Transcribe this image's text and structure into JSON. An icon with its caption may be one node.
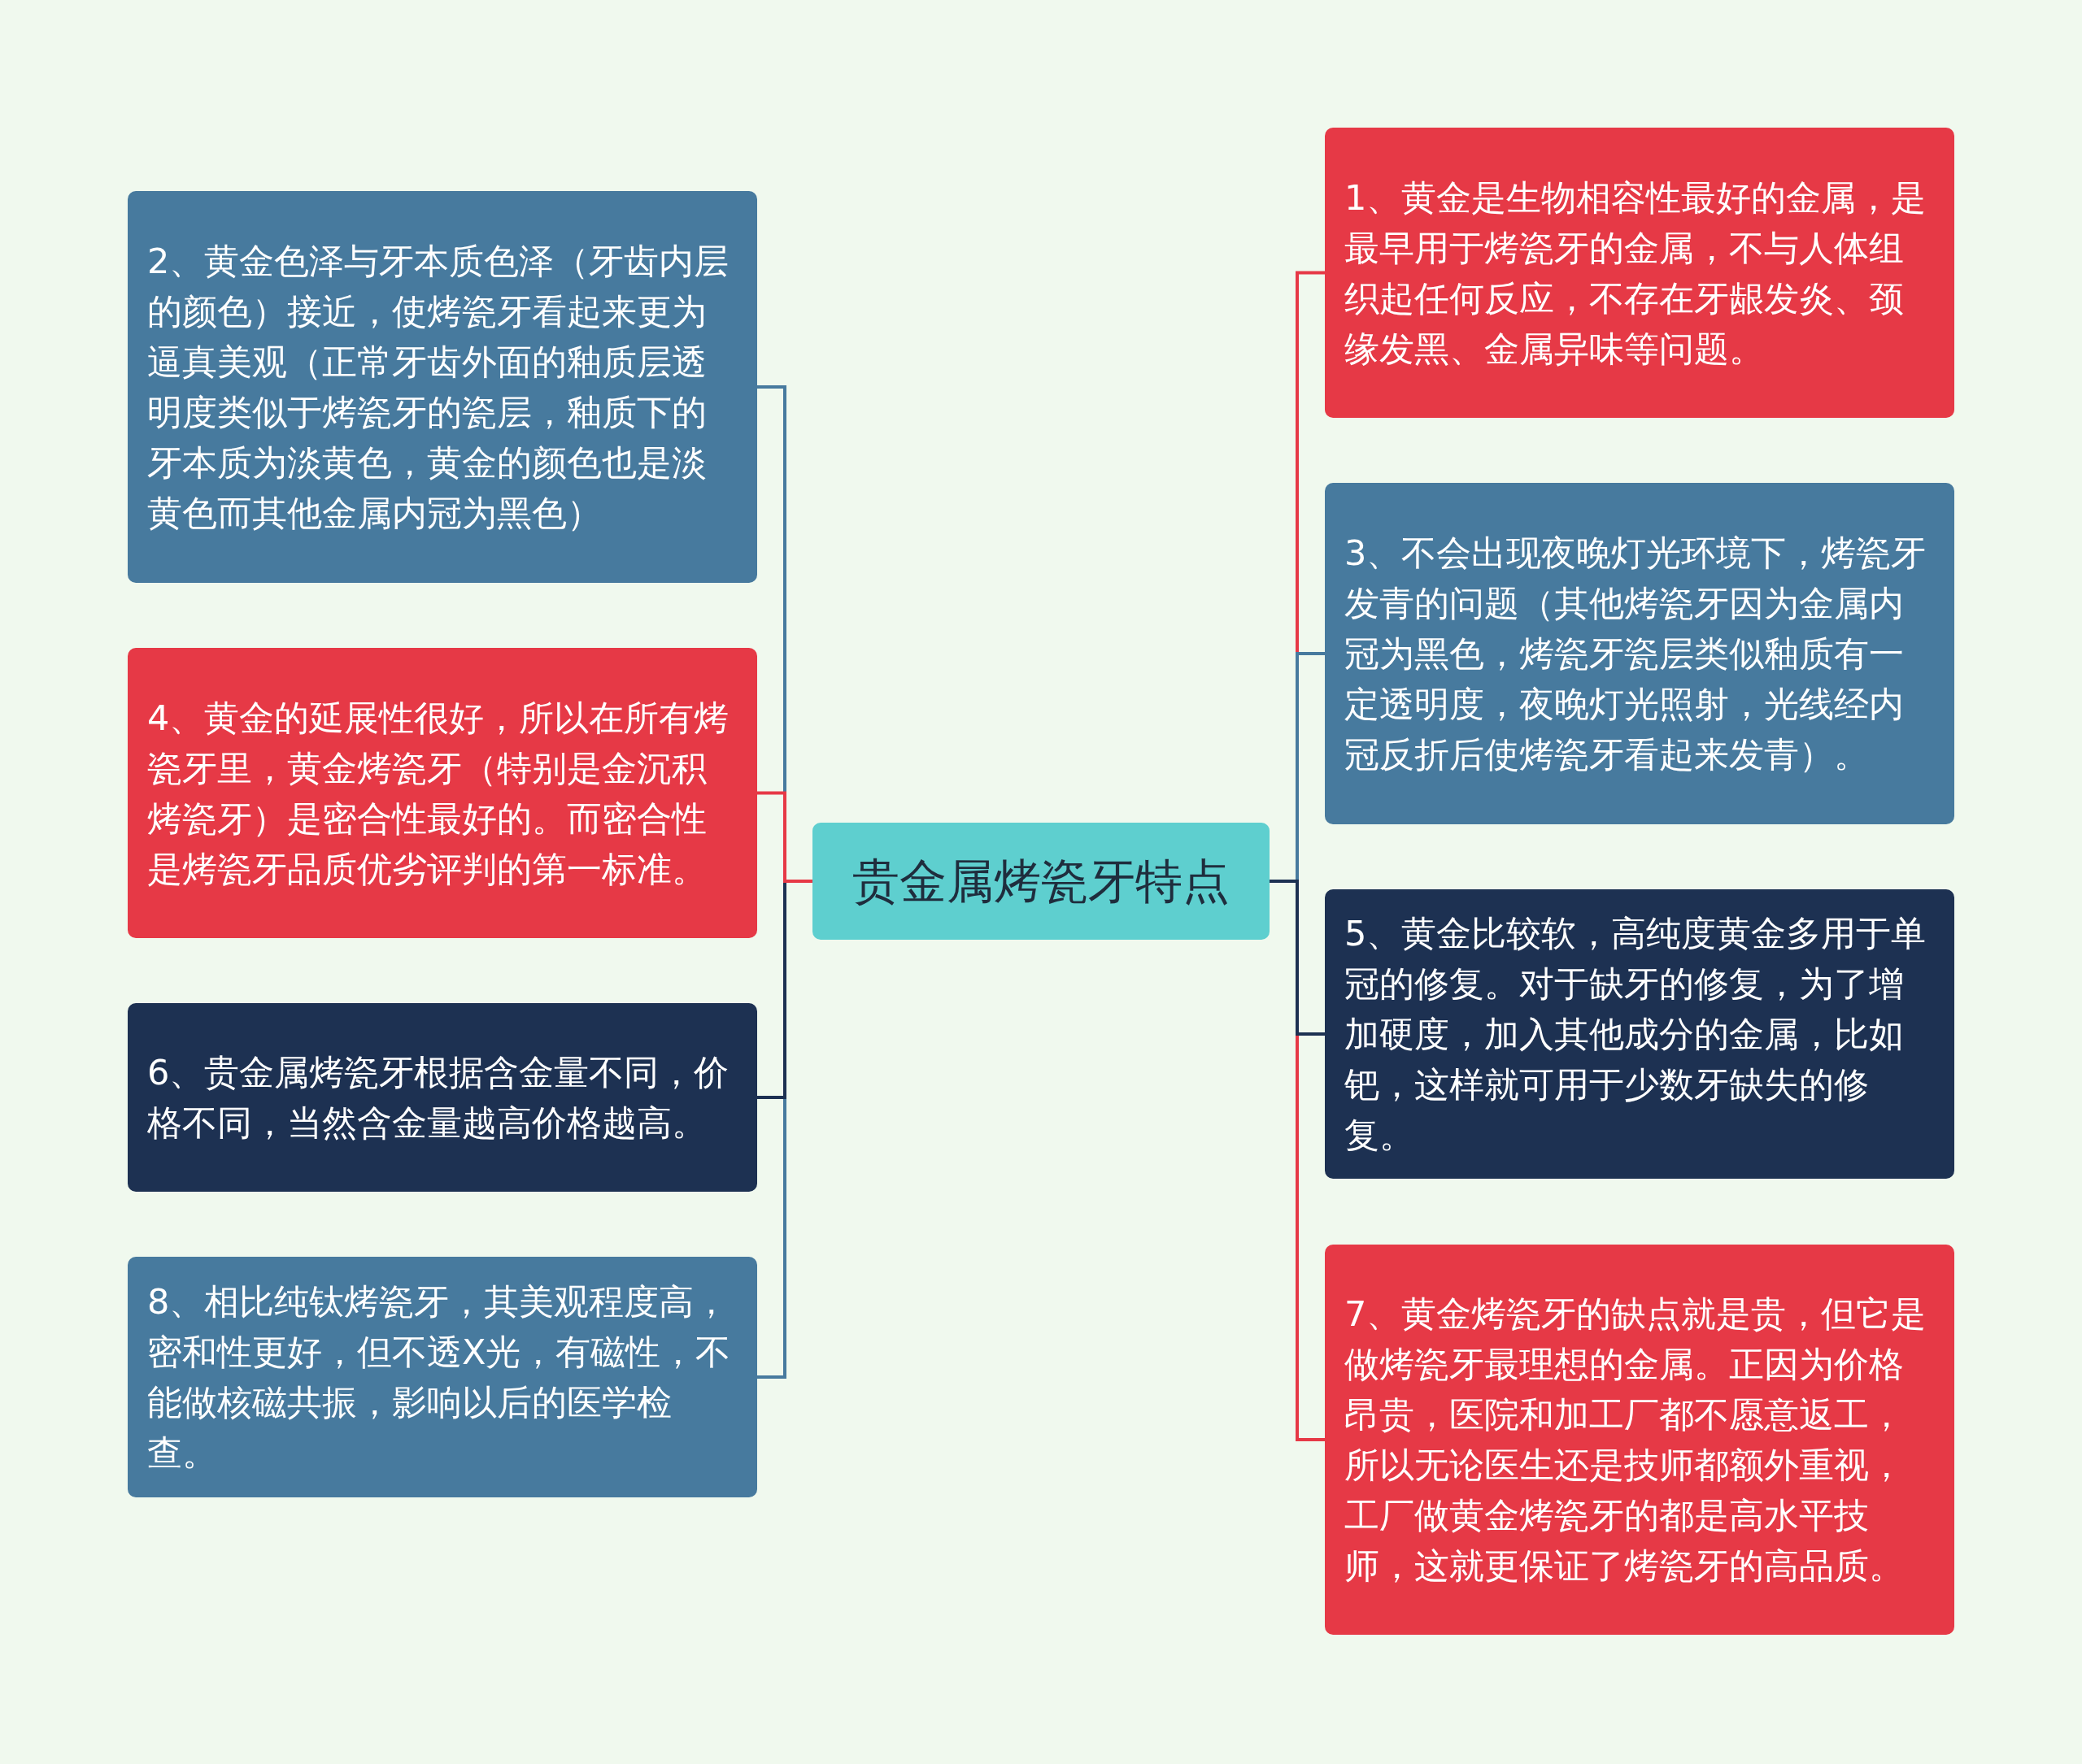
{
  "diagram": {
    "nodes": [
      {
        "text": [
          "贵金属烤瓷牙特点"
        ]
      },
      {
        "text": [
          "1、黄金是生物相容性最好的金属，是最早用于烤瓷牙的金属，不与人体组织起任何反应，不存在牙龈发炎、颈缘发黑、金属异味等问题。"
        ]
      },
      {
        "text": [
          "2、黄金色泽与牙本质色泽（牙齿内层的颜色）接近，使烤瓷牙看起来更为逼真美观（正常牙齿外面的釉质层透明度类似于烤瓷牙的瓷层，釉质下的牙本质为淡黄色，黄金的颜色也是淡黄色而其他金属内冠为黑色）"
        ]
      },
      {
        "text": [
          "3、不会出现夜晚灯光环境下，烤瓷牙发青的问题（其他烤瓷牙因为金属内冠为黑色，烤瓷牙瓷层类似釉质有一定透明度，夜晚灯光照射，光线经内冠反折后使烤瓷牙看起来发青）。"
        ]
      },
      {
        "text": [
          "4、黄金的延展性很好，所以在所有烤瓷牙里，黄金烤瓷牙（特别是金沉积烤瓷牙）是密合性最好的。而密合性是烤瓷牙品质优劣评判的第一标准。"
        ]
      },
      {
        "text": [
          "5、黄金比较软，高纯度黄金多用于单冠的修复。对于缺牙的修复，为了增加硬度，加入其他成分的金属，比如钯，这样就可用于少数牙缺失的修复。"
        ]
      },
      {
        "text": [
          "6、贵金属烤瓷牙根据含金量不同，价格不同，当然含金量越高价格越高。"
        ]
      },
      {
        "text": [
          "7、黄金烤瓷牙的缺点就是贵，但它是做烤瓷牙最理想的金属。正因为价格昂贵，医院和加工厂都不愿意返工，所以无论医生还是技师都额外重视，工厂做黄金烤瓷牙的都是高水平技师，这就更保证了烤瓷牙的高品质。"
        ]
      },
      {
        "text": [
          "8、相比纯钛烤瓷牙，其美观程度高，密和性更好，但不透X光，有磁性，不能做核磁共振，影响以后的医学检查。"
        ]
      }
    ],
    "edges": [
      {
        "from": 0,
        "to": 1,
        "arrow": "none",
        "color": "#e63946"
      },
      {
        "from": 0,
        "to": 2,
        "arrow": "none",
        "color": "#477a9e"
      },
      {
        "from": 0,
        "to": 3,
        "arrow": "none",
        "color": "#477a9e"
      },
      {
        "from": 0,
        "to": 4,
        "arrow": "none",
        "color": "#e63946"
      },
      {
        "from": 0,
        "to": 5,
        "arrow": "none",
        "color": "#1d3152"
      },
      {
        "from": 0,
        "to": 6,
        "arrow": "none",
        "color": "#1d3152"
      },
      {
        "from": 0,
        "to": 7,
        "arrow": "none",
        "color": "#e63946"
      },
      {
        "from": 0,
        "to": 8,
        "arrow": "none",
        "color": "#477a9e"
      }
    ]
  }
}
